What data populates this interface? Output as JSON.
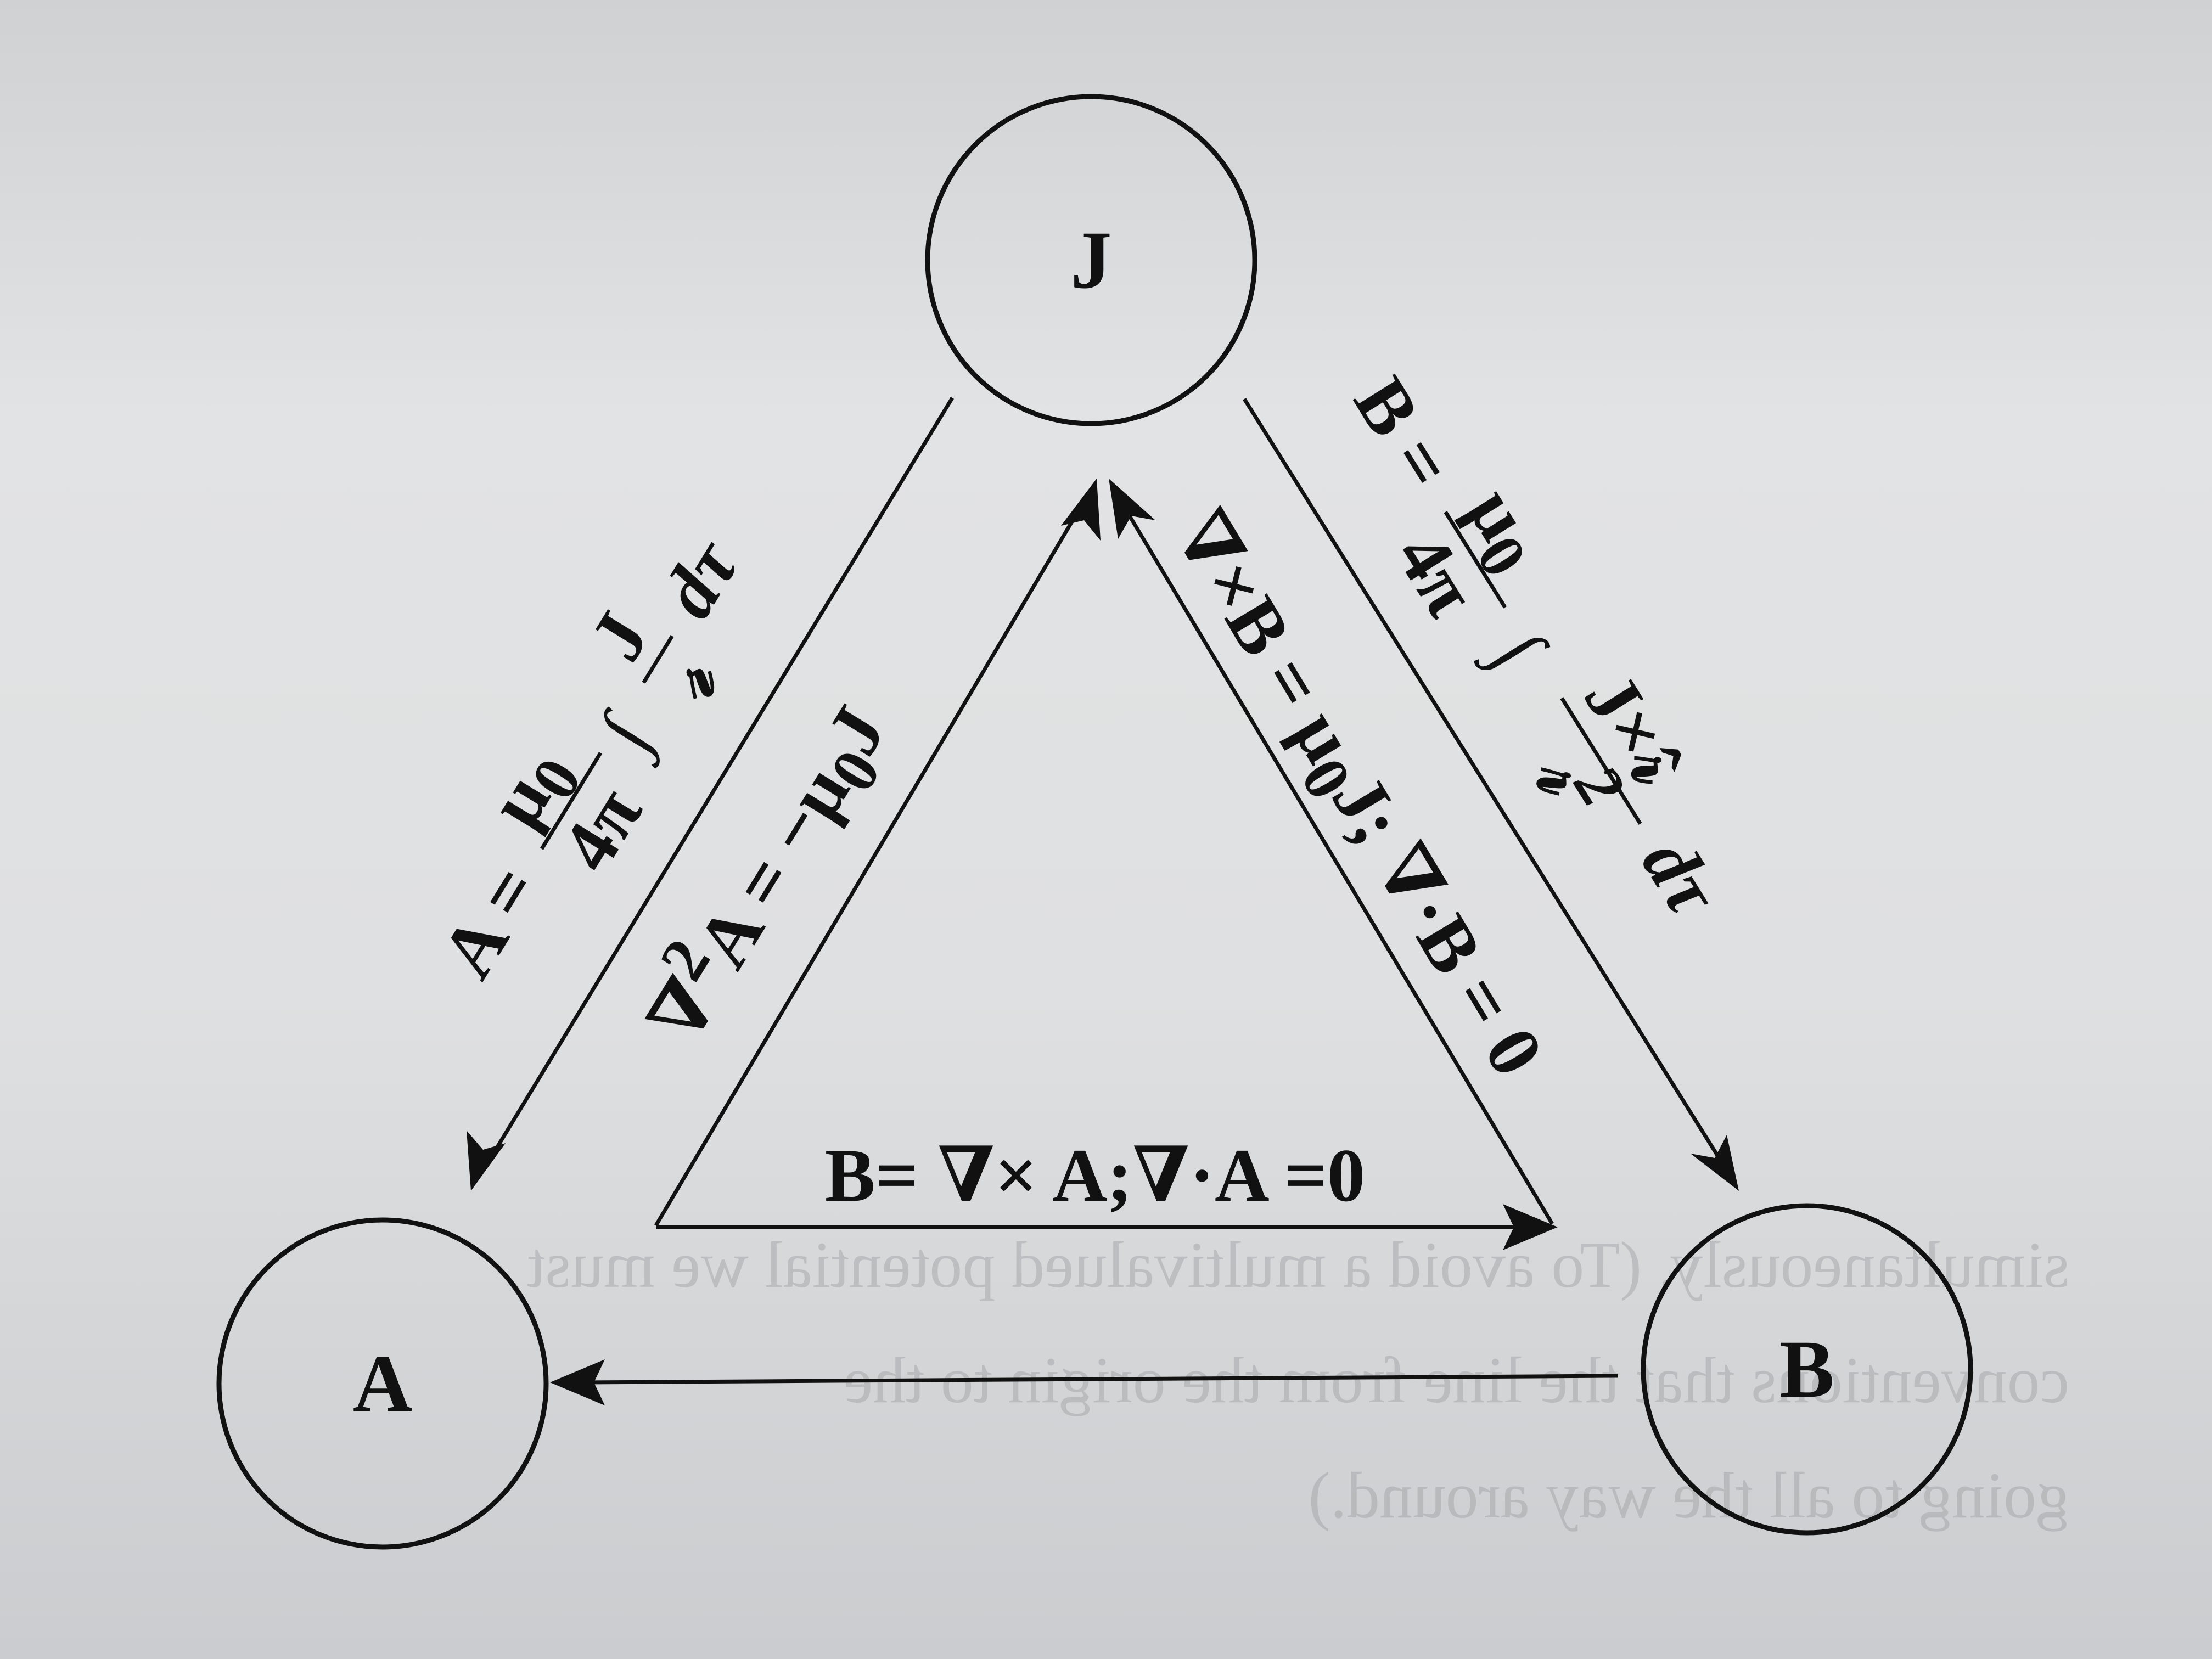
{
  "nodes": {
    "J": {
      "label": "J"
    },
    "A": {
      "label": "A"
    },
    "B": {
      "label": "B"
    }
  },
  "edges": {
    "j_to_a": {
      "lhs": "A =",
      "coef_num": "μ",
      "coef_num_sub": "0",
      "coef_den": "4π",
      "integral": "∫",
      "frac_num": "J",
      "frac_den": "𝓇",
      "tail": "dτ"
    },
    "a_to_j": {
      "text_prefix": "∇",
      "sup": "2",
      "text_mid": "A = −μ",
      "sub": "0",
      "text_suffix": "J"
    },
    "b_to_j": {
      "text_a": "∇×B = μ",
      "sub": "0",
      "text_b": "J; ∇·B = 0"
    },
    "j_to_b": {
      "lhs": "B =",
      "coef_num": "μ",
      "coef_num_sub": "0",
      "coef_den": "4π",
      "integral": "∫",
      "frac_num": "J×𝓇̂",
      "frac_den": "𝓇",
      "frac_den_sup": "2",
      "tail": "dτ"
    },
    "a_to_b": {
      "text": "B= ∇× A;∇·A =0"
    },
    "b_to_a": {}
  },
  "bleed_through": {
    "line1": "simultaneously. (To avoid a multivalued potential we must",
    "line2": "conventions that the line from the origin to the",
    "line3": "going to all the way around.)"
  }
}
